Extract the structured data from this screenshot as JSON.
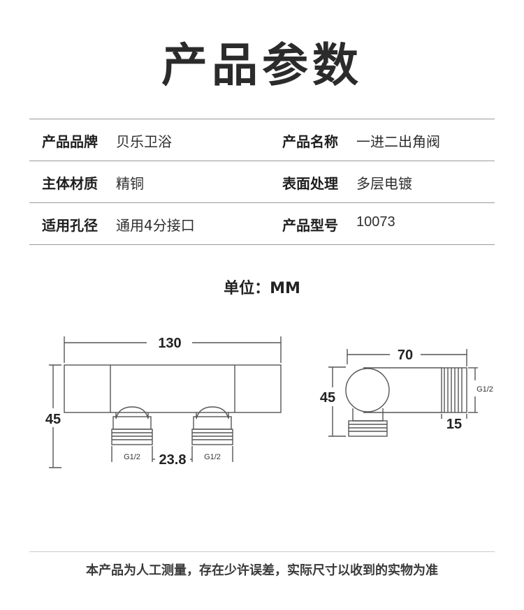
{
  "title": "产品参数",
  "specs": [
    {
      "label_left": "产品品牌",
      "value_left": "贝乐卫浴",
      "label_right": "产品名称",
      "value_right": "一进二出角阀"
    },
    {
      "label_left": "主体材质",
      "value_left": "精铜",
      "label_right": "表面处理",
      "value_right": "多层电镀"
    },
    {
      "label_left": "适用孔径",
      "value_left": "通用4分接口",
      "label_right": "产品型号",
      "value_right": "10073"
    }
  ],
  "unit": "单位：MM",
  "front_view": {
    "width_label": "130",
    "height_label": "45",
    "spacing_label": "23.8",
    "thread_left": "G1/2",
    "thread_right": "G1/2"
  },
  "side_view": {
    "width_label": "70",
    "height_label": "45",
    "thread_length_label": "15",
    "thread_label": "G1/2"
  },
  "footer": "本产品为人工测量，存在少许误差，实际尺寸以收到的实物为准"
}
